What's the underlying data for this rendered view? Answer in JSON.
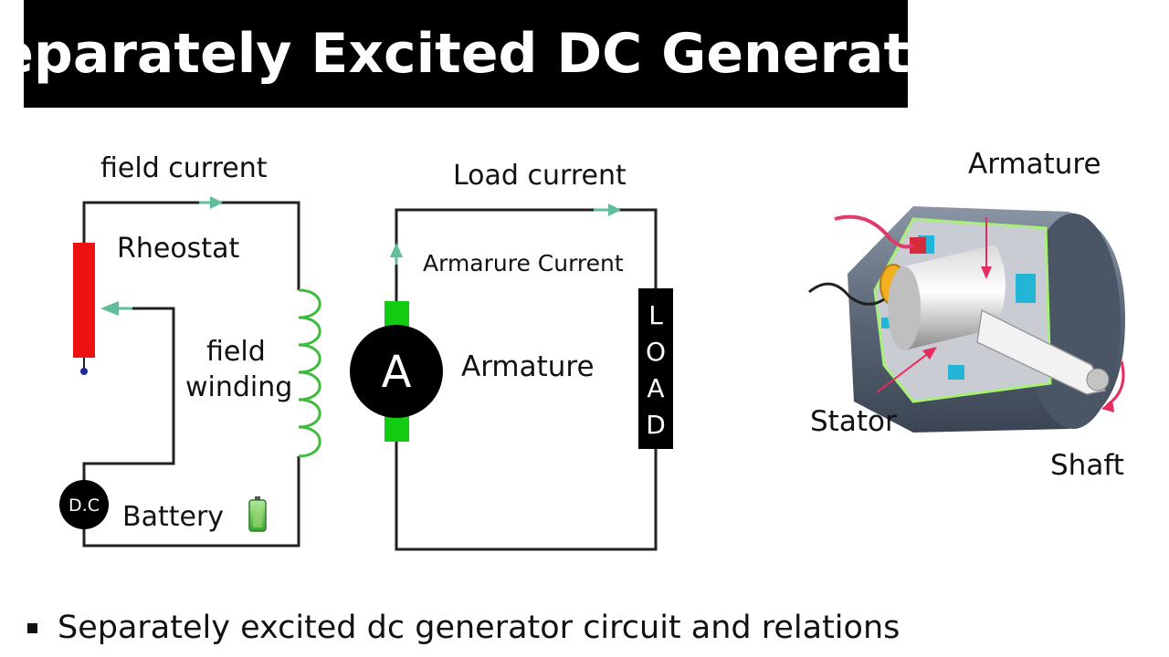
{
  "title": "Separately Excited DC Generator",
  "field_circuit": {
    "current_label": "field current",
    "rheostat_label": "Rheostat",
    "winding_label_line1": "field",
    "winding_label_line2": "winding",
    "source_symbol": "D.C",
    "battery_label": "Battery"
  },
  "armature_circuit": {
    "load_current_label": "Load current",
    "armature_current_label": "Armarure Current",
    "armature_symbol": "A",
    "armature_label": "Armature",
    "load_letters": [
      "L",
      "O",
      "A",
      "D"
    ]
  },
  "machine": {
    "armature_label": "Armature",
    "stator_label": "Stator",
    "shaft_label": "Shaft"
  },
  "caption": "Separately excited dc generator circuit and relations",
  "colors": {
    "arrow": "#5fbf9a",
    "rheostat": "#ee1111",
    "winding": "#3dbb3d",
    "terminal": "#11cc11",
    "pointer": "#e62b5f"
  }
}
